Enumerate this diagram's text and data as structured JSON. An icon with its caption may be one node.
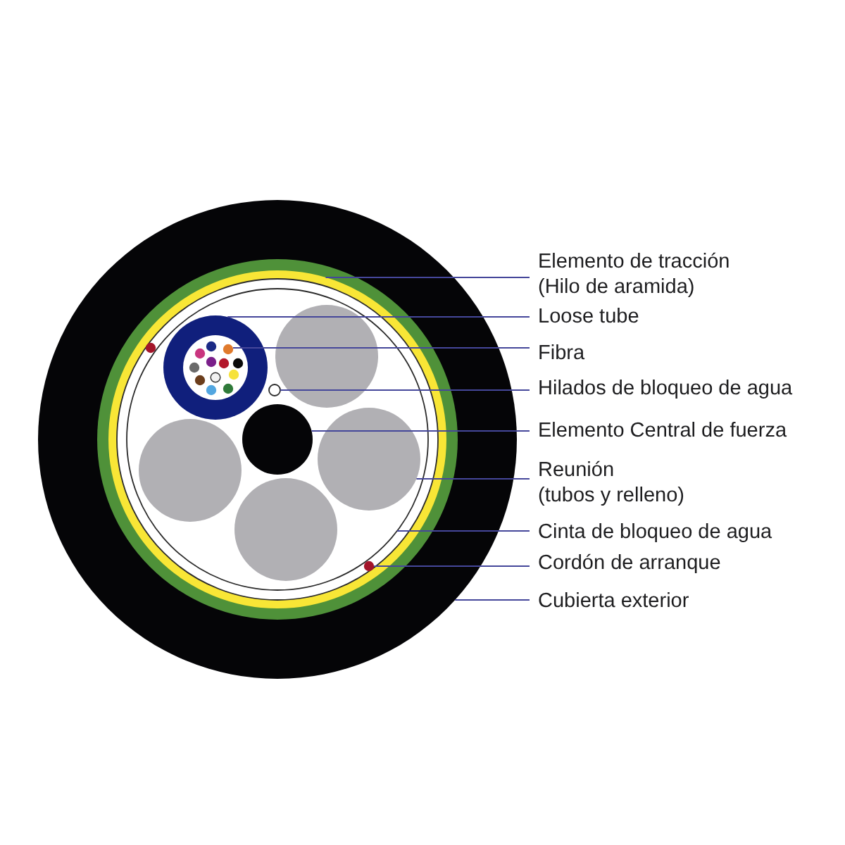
{
  "diagram": {
    "nodes": [
      {
        "text": [],
        "shape": "circle"
      },
      {
        "text": [],
        "shape": "ring",
        "in": 0
      },
      {
        "text": [],
        "shape": "circle",
        "in": 1
      },
      {
        "text": [],
        "shape": "circle",
        "in": 2
      },
      {
        "text": [],
        "shape": "circle",
        "in": 3
      },
      {
        "text": [],
        "shape": "circle",
        "in": 2
      },
      {
        "text": [],
        "shape": "circle",
        "in": 2
      },
      {
        "text": [],
        "shape": "circle",
        "in": 2
      },
      {
        "text": [],
        "shape": "circle",
        "in": 2
      },
      {
        "text": [],
        "shape": "circle",
        "in": 2
      },
      {
        "text": [],
        "shape": "circle",
        "in": 2
      },
      {
        "text": [],
        "shape": "circle",
        "in": 1
      },
      {
        "text": [
          "Elemento de tracción",
          "(Hilo de aramida)"
        ]
      },
      {
        "text": [
          "Loose tube"
        ]
      },
      {
        "text": [
          "Fibra"
        ]
      },
      {
        "text": [
          "Hilados de bloqueo de agua"
        ]
      },
      {
        "text": [
          "Elemento Central de fuerza"
        ]
      },
      {
        "text": [
          "Reunión",
          "(tubos y relleno)"
        ]
      },
      {
        "text": [
          "Cinta de bloqueo de agua"
        ]
      },
      {
        "text": [
          "Cordón de arranque"
        ]
      },
      {
        "text": [
          "Cubierta exterior"
        ]
      }
    ],
    "edges": [
      {
        "from": 12,
        "to": 1,
        "arrow": "none"
      },
      {
        "from": 13,
        "to": 3,
        "arrow": "none"
      },
      {
        "from": 14,
        "to": 4,
        "arrow": "none"
      },
      {
        "from": 15,
        "to": 5,
        "arrow": "none"
      },
      {
        "from": 16,
        "to": 6,
        "arrow": "none"
      },
      {
        "from": 17,
        "to": 7,
        "arrow": "none"
      },
      {
        "from": 18,
        "to": 2,
        "arrow": "none"
      },
      {
        "from": 19,
        "to": 11,
        "arrow": "none"
      },
      {
        "from": 20,
        "to": 0,
        "arrow": "none"
      }
    ]
  }
}
